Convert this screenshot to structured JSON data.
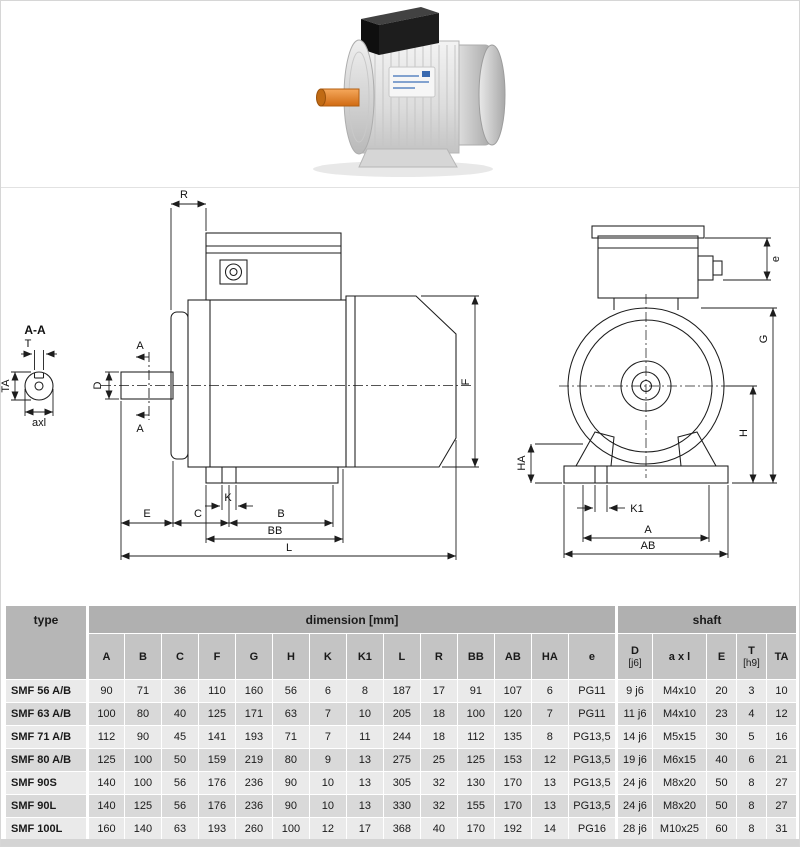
{
  "colors": {
    "shaft_accent": "#de7a1d",
    "header_gray": "#b0b0b0",
    "subheader_gray": "#c4c4c4",
    "row_light": "#eaeaea",
    "row_dark": "#d9d9d9"
  },
  "drawing": {
    "section_view": {
      "title": "A-A",
      "dim_t": "T",
      "dim_ta": "TA",
      "dim_axl": "axl"
    },
    "side_view": {
      "dim_r": "R",
      "cut_a_top": "A",
      "cut_a_bottom": "A",
      "dim_d": "D",
      "dim_f": "F",
      "dim_e": "E",
      "dim_c": "C",
      "dim_k": "K",
      "dim_b": "B",
      "dim_bb": "BB",
      "dim_l": "L"
    },
    "front_view": {
      "dim_e": "e",
      "dim_g": "G",
      "dim_h": "H",
      "dim_ha": "HA",
      "dim_k1": "K1",
      "dim_a": "A",
      "dim_ab": "AB"
    }
  },
  "table": {
    "group_headers": {
      "type": "type",
      "dimension": "dimension [mm]",
      "shaft": "shaft"
    },
    "columns": [
      {
        "label": "A",
        "sub": "",
        "gap": true
      },
      {
        "label": "B",
        "sub": "",
        "gap": false
      },
      {
        "label": "C",
        "sub": "",
        "gap": false
      },
      {
        "label": "F",
        "sub": "",
        "gap": false
      },
      {
        "label": "G",
        "sub": "",
        "gap": false
      },
      {
        "label": "H",
        "sub": "",
        "gap": false
      },
      {
        "label": "K",
        "sub": "",
        "gap": false
      },
      {
        "label": "K1",
        "sub": "",
        "gap": false
      },
      {
        "label": "L",
        "sub": "",
        "gap": false
      },
      {
        "label": "R",
        "sub": "",
        "gap": false
      },
      {
        "label": "BB",
        "sub": "",
        "gap": false
      },
      {
        "label": "AB",
        "sub": "",
        "gap": false
      },
      {
        "label": "HA",
        "sub": "",
        "gap": false
      },
      {
        "label": "e",
        "sub": "",
        "gap": false
      },
      {
        "label": "D",
        "sub": "[j6]",
        "gap": true
      },
      {
        "label": "a x l",
        "sub": "",
        "gap": false
      },
      {
        "label": "E",
        "sub": "",
        "gap": false
      },
      {
        "label": "T",
        "sub": "[h9]",
        "gap": false
      },
      {
        "label": "TA",
        "sub": "",
        "gap": false
      }
    ],
    "rows": [
      {
        "type": "SMF 56 A/B",
        "values": [
          "90",
          "71",
          "36",
          "110",
          "160",
          "56",
          "6",
          "8",
          "187",
          "17",
          "91",
          "107",
          "6",
          "PG11",
          "9 j6",
          "M4x10",
          "20",
          "3",
          "10"
        ]
      },
      {
        "type": "SMF 63 A/B",
        "values": [
          "100",
          "80",
          "40",
          "125",
          "171",
          "63",
          "7",
          "10",
          "205",
          "18",
          "100",
          "120",
          "7",
          "PG11",
          "11 j6",
          "M4x10",
          "23",
          "4",
          "12"
        ]
      },
      {
        "type": "SMF 71 A/B",
        "values": [
          "112",
          "90",
          "45",
          "141",
          "193",
          "71",
          "7",
          "11",
          "244",
          "18",
          "112",
          "135",
          "8",
          "PG13,5",
          "14 j6",
          "M5x15",
          "30",
          "5",
          "16"
        ]
      },
      {
        "type": "SMF 80 A/B",
        "values": [
          "125",
          "100",
          "50",
          "159",
          "219",
          "80",
          "9",
          "13",
          "275",
          "25",
          "125",
          "153",
          "12",
          "PG13,5",
          "19 j6",
          "M6x15",
          "40",
          "6",
          "21"
        ]
      },
      {
        "type": "SMF 90S",
        "values": [
          "140",
          "100",
          "56",
          "176",
          "236",
          "90",
          "10",
          "13",
          "305",
          "32",
          "130",
          "170",
          "13",
          "PG13,5",
          "24 j6",
          "M8x20",
          "50",
          "8",
          "27"
        ]
      },
      {
        "type": "SMF 90L",
        "values": [
          "140",
          "125",
          "56",
          "176",
          "236",
          "90",
          "10",
          "13",
          "330",
          "32",
          "155",
          "170",
          "13",
          "PG13,5",
          "24 j6",
          "M8x20",
          "50",
          "8",
          "27"
        ]
      },
      {
        "type": "SMF 100L",
        "values": [
          "160",
          "140",
          "63",
          "193",
          "260",
          "100",
          "12",
          "17",
          "368",
          "40",
          "170",
          "192",
          "14",
          "PG16",
          "28 j6",
          "M10x25",
          "60",
          "8",
          "31"
        ]
      }
    ]
  }
}
